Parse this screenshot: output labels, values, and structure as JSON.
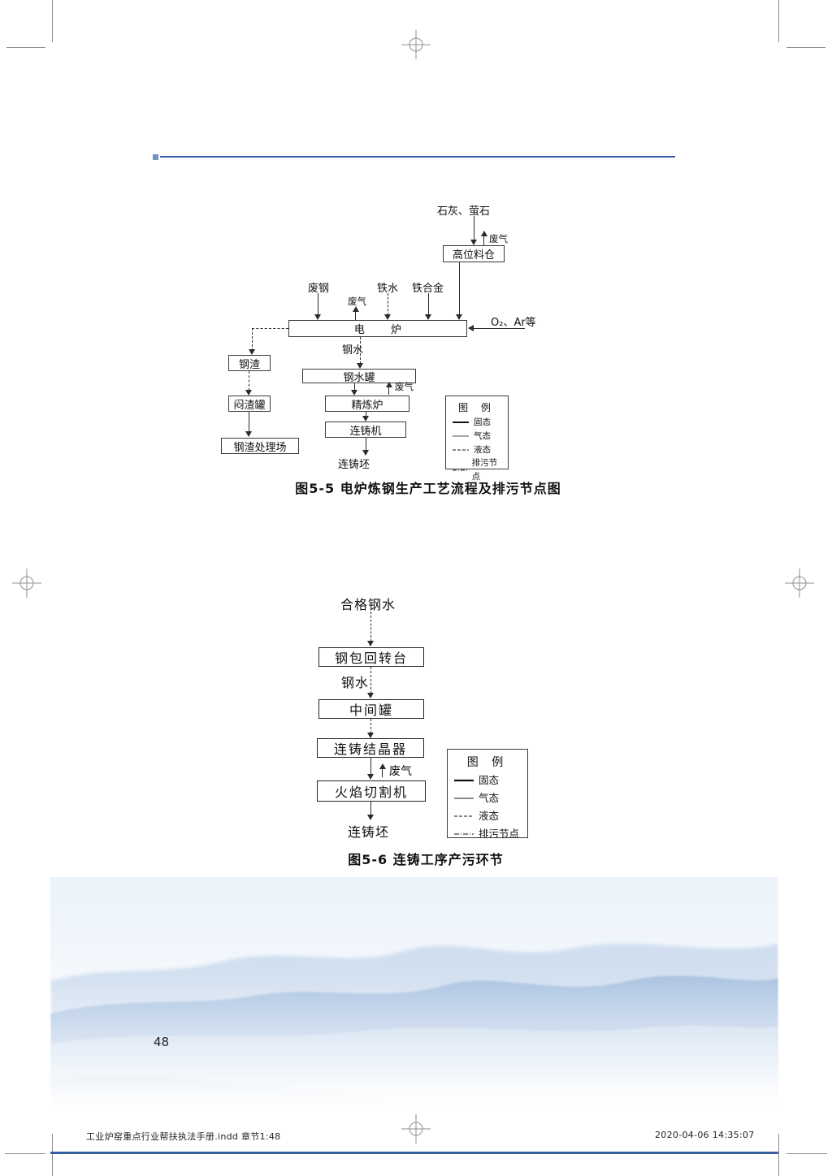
{
  "page": {
    "page_number": "48",
    "footer_left": "工业炉窑重点行业帮扶执法手册.indd   章节1:48",
    "footer_right": "2020-04-06   14:35:07"
  },
  "figure1": {
    "caption": "图5-5  电炉炼钢生产工艺流程及排污节点图",
    "labels": {
      "lime": "石灰、萤石",
      "waste_gas_top": "废气",
      "silo": "高位料仓",
      "scrap": "废钢",
      "iron": "铁水",
      "alloy": "铁合金",
      "waste_gas_furnace": "废气",
      "furnace": "电  炉",
      "oxygen": "O₂、Ar等",
      "steel_water": "钢水",
      "slag": "钢渣",
      "ladle": "钢水罐",
      "waste_gas_ladle": "废气",
      "slag_pot": "闷渣罐",
      "refining": "精炼炉",
      "caster": "连铸机",
      "slag_yard": "钢渣处理场",
      "billet": "连铸坯"
    },
    "legend": {
      "title": "图 例",
      "items": [
        "固态",
        "气态",
        "液态",
        "排污节点"
      ]
    }
  },
  "figure2": {
    "caption": "图5-6  连铸工序产污环节",
    "labels": {
      "qualified_steel": "合格钢水",
      "turret": "钢包回转台",
      "steel_water": "钢水",
      "tundish": "中间罐",
      "mold": "连铸结晶器",
      "waste_gas": "废气",
      "cutter": "火焰切割机",
      "billet": "连铸坯"
    },
    "legend": {
      "title": "图 例",
      "items": [
        "固态",
        "气态",
        "液态",
        "排污节点"
      ]
    }
  }
}
